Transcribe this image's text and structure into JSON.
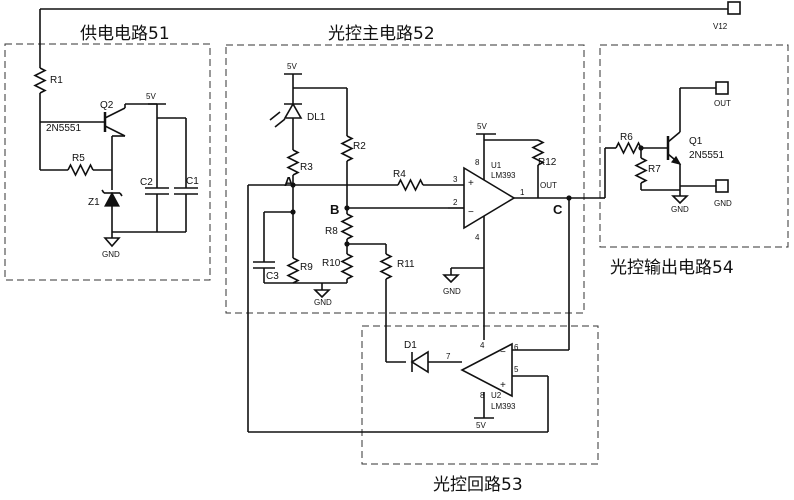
{
  "blocks": {
    "power": "供电电路51",
    "main": "光控主电路52",
    "loop": "光控回路53",
    "output": "光控输出电路54"
  },
  "terminals": {
    "v12": "V12",
    "out": "OUT",
    "gnd": "GND"
  },
  "components": {
    "r1": "R1",
    "q2": "Q2",
    "q2_part": "2N5551",
    "r5": "R5",
    "z1": "Z1",
    "c1": "C1",
    "c2": "C2",
    "dl1": "DL1",
    "r2": "R2",
    "r3": "R3",
    "r4": "R4",
    "r8": "R8",
    "r9": "R9",
    "r10": "R10",
    "r11": "R11",
    "r12": "R12",
    "c3": "C3",
    "u1": "U1",
    "u1_part": "LM393",
    "u2": "U2",
    "u2_part": "LM393",
    "d1": "D1",
    "r6": "R6",
    "r7": "R7",
    "q1": "Q1",
    "q1_part": "2N5551"
  },
  "nodes": {
    "a": "A",
    "b": "B",
    "c": "C"
  },
  "supply": {
    "v5": "5V",
    "gnd": "GND"
  },
  "pins": {
    "p1": "1",
    "p2": "2",
    "p3": "3",
    "p4": "4",
    "p5": "5",
    "p6": "6",
    "p7": "7",
    "p8": "8",
    "out": "OUT"
  }
}
